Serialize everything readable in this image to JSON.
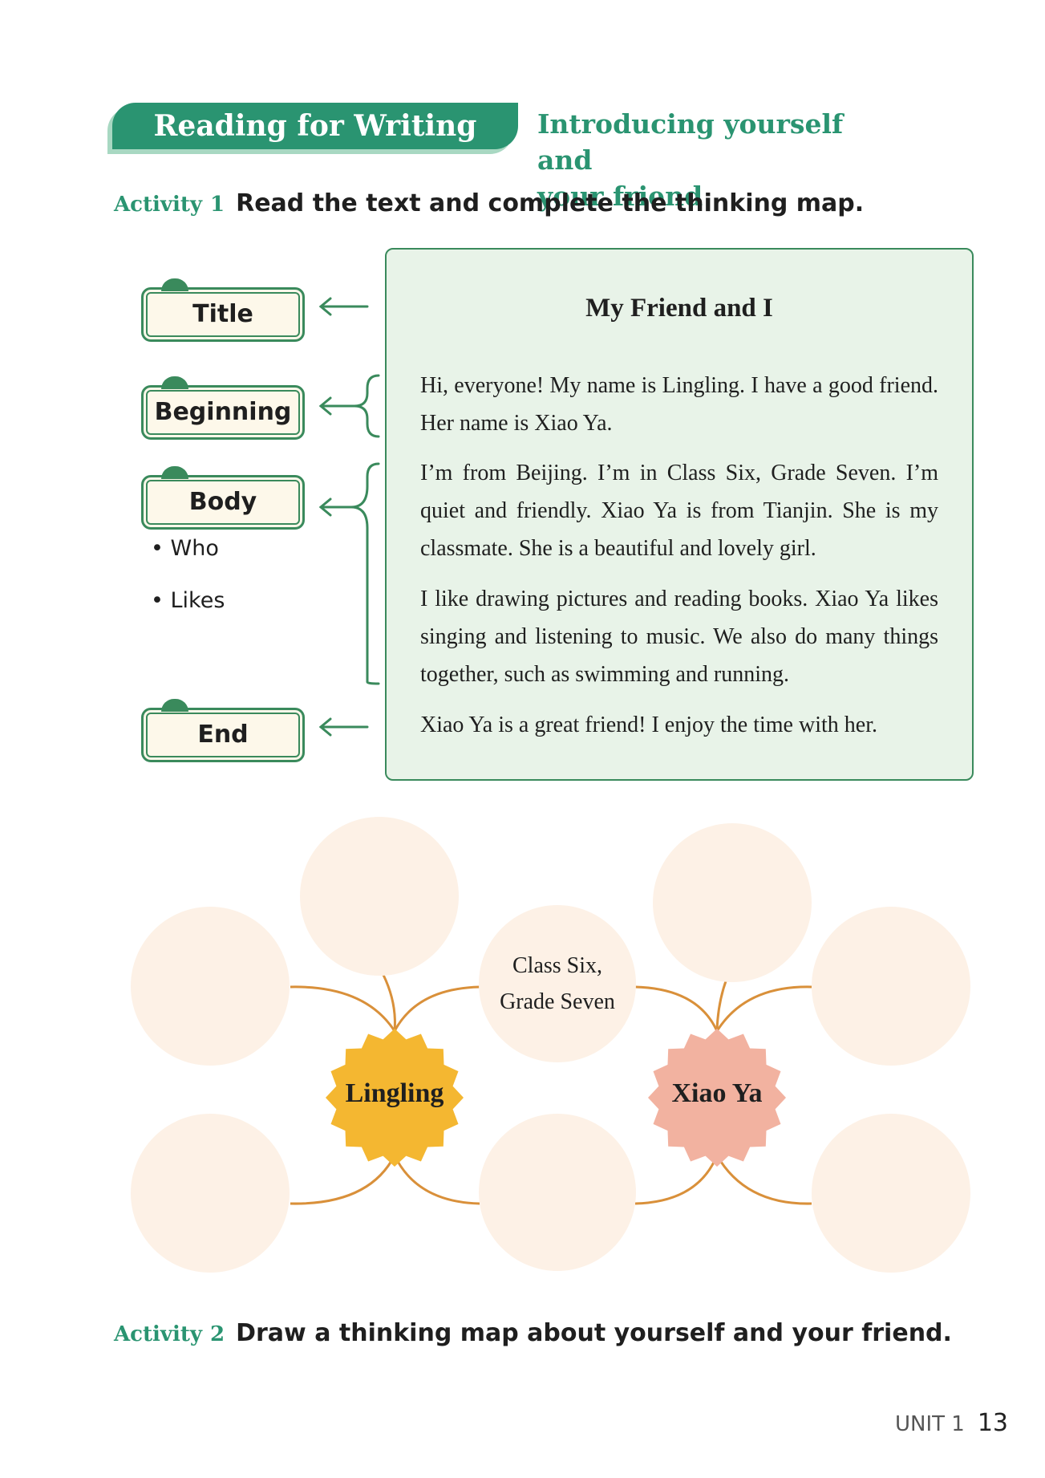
{
  "header": {
    "section_title": "Reading for Writing",
    "subtitle_line1": "Introducing yourself and",
    "subtitle_line2": "your friend"
  },
  "activity1": {
    "label": "Activity",
    "number": "1",
    "instruction": "Read the text and complete the thinking map."
  },
  "map_labels": {
    "title": "Title",
    "beginning": "Beginning",
    "body": "Body",
    "body_points": [
      "Who",
      "Likes"
    ],
    "end": "End"
  },
  "passage": {
    "title": "My Friend and I",
    "paragraphs": [
      "Hi, everyone! My name is Lingling. I have a good friend. Her name is Xiao Ya.",
      "I’m from Beijing. I’m in Class Six, Grade Seven. I’m quiet and friendly. Xiao Ya is from Tianjin. She is my classmate. She is a beautiful and lovely girl.",
      "I like drawing pictures and reading books. Xiao Ya likes singing and listening to music. We also do many things together, such as swimming and running.",
      "Xiao Ya is a great friend! I enjoy the time with her."
    ]
  },
  "mind_map": {
    "left_center": "Lingling",
    "right_center": "Xiao Ya",
    "shared_line1": "Class Six,",
    "shared_line2": "Grade Seven",
    "colors": {
      "left_burst": "#f4b731",
      "right_burst": "#f2b2a0",
      "circle": "#fdf1e6",
      "line": "#d9903a"
    }
  },
  "activity2": {
    "label": "Activity",
    "number": "2",
    "instruction": "Draw a thinking map about yourself and your friend."
  },
  "footer": {
    "unit": "UNIT 1",
    "page": "13"
  }
}
